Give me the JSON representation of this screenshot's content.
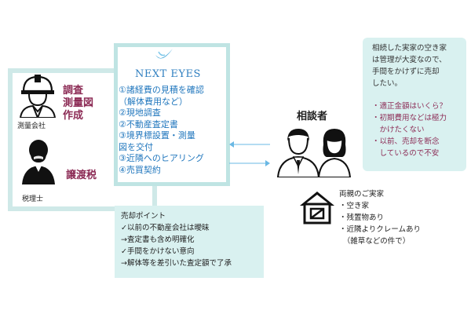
{
  "colors": {
    "teal_light": "#cfe9e8",
    "teal_fill": "#d9f1f0",
    "brand_blue": "#2f7fc0",
    "step_blue": "#1f76bd",
    "maroon": "#8c2b55"
  },
  "roles": [
    {
      "label": "測量会社",
      "tasks": [
        "調査",
        "測量図",
        "作成"
      ],
      "icon": "surveyor-helmet-icon"
    },
    {
      "label": "税理士",
      "tasks": [
        "譲渡税"
      ],
      "icon": "accountant-icon"
    }
  ],
  "next_eyes": {
    "brand": "NEXT EYES",
    "logo_icon": "swoosh-logo-icon",
    "steps": [
      "①諸経費の見積を確認",
      "（解体費用など）",
      "②現地調査",
      "②不動産査定書",
      "③境界標設置・測量",
      "図を交付",
      "③近隣へのヒアリング",
      "④売買契約"
    ]
  },
  "sale_points": {
    "title": "売却ポイント",
    "items": [
      "✓以前の不動産会社は曖昧",
      "→査定書も含め明確化",
      "✓手間をかけない意向",
      "→解体等を差引いた査定額で了承"
    ]
  },
  "client": {
    "label": "相談者",
    "icon": "couple-icon"
  },
  "consultation": {
    "lines": [
      "相続した実家の空き家",
      "は管理が大変なので、",
      "手間をかけずに売却",
      "したい。"
    ],
    "questions": [
      "・適正金額はいくら？",
      "・初期費用などは極力",
      "　かけたくない",
      "・以前、売却を断念",
      "　しているので不安"
    ]
  },
  "property": {
    "title": "両親のご実家",
    "icon": "house-icon",
    "items": [
      "・空き家",
      "・残置物あり",
      "・近隣よりクレームあり",
      "　（雑草などの件で）"
    ]
  }
}
